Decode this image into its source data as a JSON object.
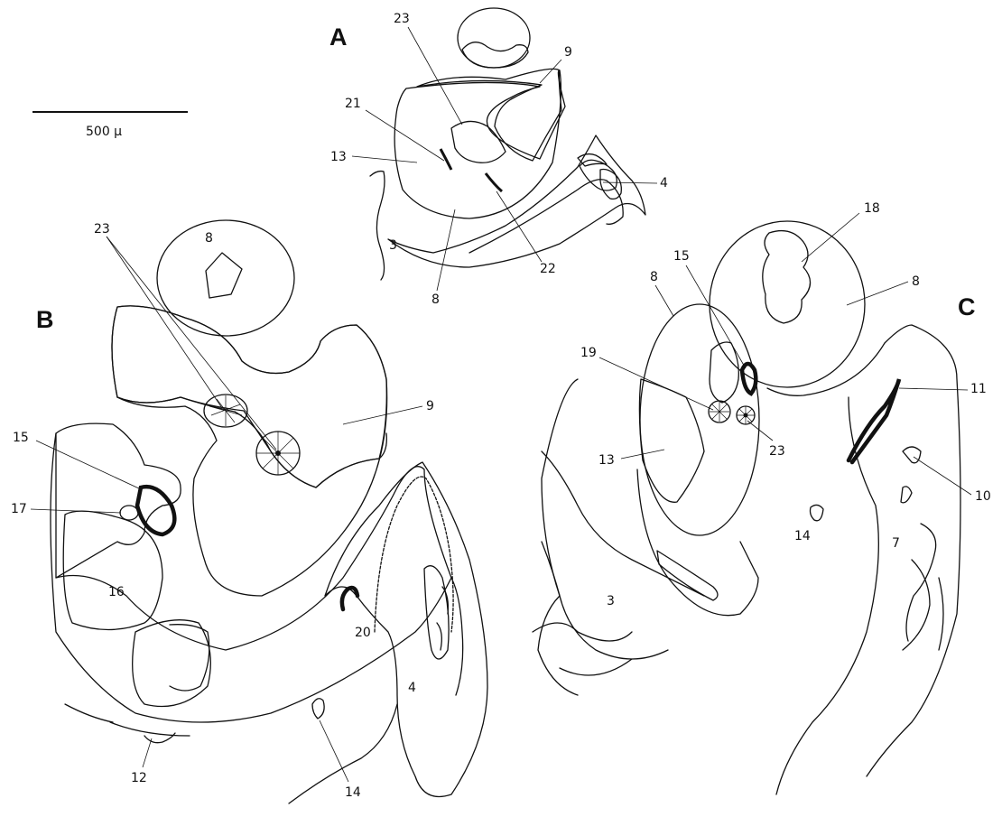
{
  "scale_bar": {
    "label": "500 µ"
  },
  "panels": {
    "a": "A",
    "b": "B",
    "c": "C"
  },
  "labels": {
    "a_23": "23",
    "a_9": "9",
    "a_21": "21",
    "a_13": "13",
    "a_4": "4",
    "a_3": "3",
    "a_8": "8",
    "a_22": "22",
    "b_8": "8",
    "b_23": "23",
    "b_9": "9",
    "b_15": "15",
    "b_17": "17",
    "b_16": "16",
    "b_20": "20",
    "b_4": "4",
    "b_12": "12",
    "b_14": "14",
    "c_18": "18",
    "c_15": "15",
    "c_8a": "8",
    "c_8b": "8",
    "c_19": "19",
    "c_11": "11",
    "c_23": "23",
    "c_13": "13",
    "c_10": "10",
    "c_14": "14",
    "c_7": "7",
    "c_3": "3"
  }
}
